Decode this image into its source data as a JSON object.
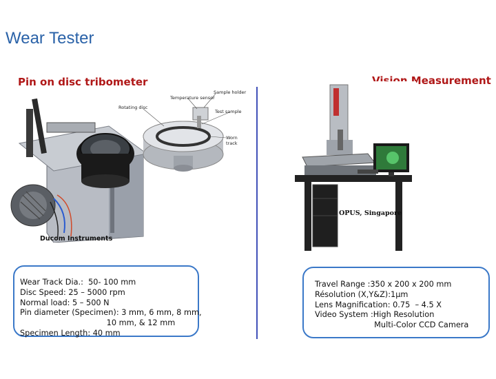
{
  "page": {
    "title": "Wear Tester"
  },
  "left": {
    "heading": "Pin on disc tribometer",
    "photo_caption": "Ducom Instruments",
    "diagram_labels": {
      "sample_holder": "Sample holder",
      "temperature_sensor": "Temperature sensor",
      "rotating_disc": "Rotating disc",
      "test_sample": "Test sample",
      "worn_track": "Worn\ntrack"
    },
    "specs": [
      "Wear Track Dia.:  50- 100 mm",
      "Disc Speed: 25 – 5000 rpm",
      "Normal load: 5 – 500 N",
      "Pin diameter (Specimen): 3 mm, 6 mm, 8 mm,",
      "                                   10 mm, & 12 mm",
      "Specimen Length: 40 mm"
    ]
  },
  "right": {
    "heading": "Vision Measurement",
    "photo_caption": "OPUS, Singapore",
    "specs": [
      "Travel Range :350 x 200 x 200 mm",
      "Résolution (X,Y&Z):1µm",
      "Lens Magnification: 0.75  – 4.5 X",
      "Video System :High Resolution",
      "                        Multi-Color CCD Camera"
    ]
  },
  "colors": {
    "title": "#2a62a8",
    "heading": "#b01818",
    "divider": "#4050b8",
    "box_border": "#3a78c8"
  }
}
